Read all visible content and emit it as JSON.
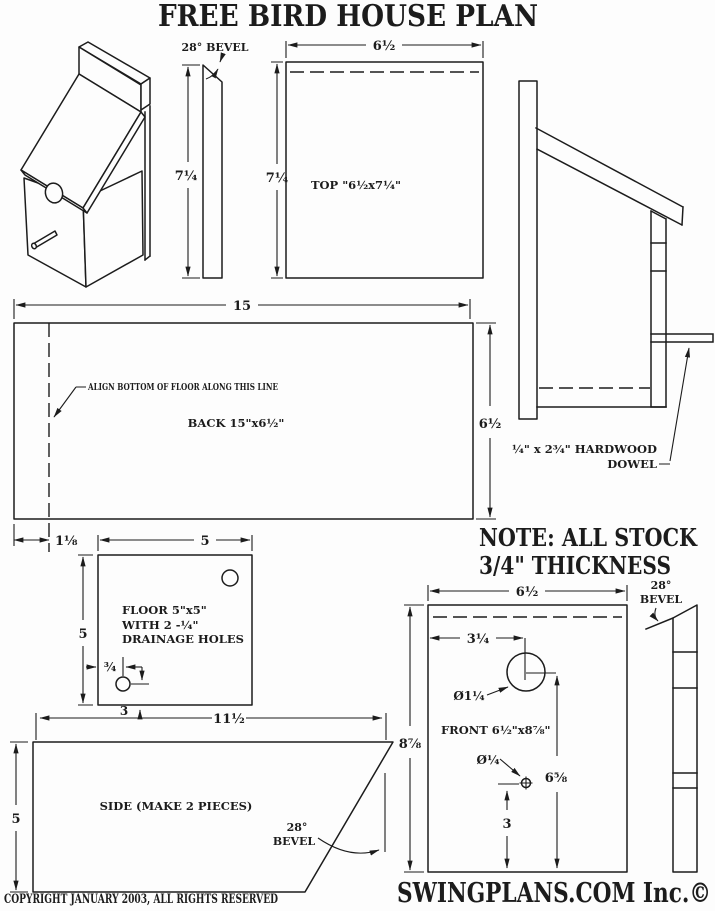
{
  "colors": {
    "ink": "#1c1c1c",
    "paper": "#fdfdfd"
  },
  "title": "FREE BIRD HOUSE PLAN",
  "note": {
    "line1": "NOTE: ALL STOCK",
    "line2": "3/4\" THICKNESS"
  },
  "footer": {
    "copyright": "COPYRIGHT JANUARY 2003, ALL RIGHTS RESERVED",
    "brand": "SWINGPLANS.COM Inc.©"
  },
  "roof_edge": {
    "bevel_label": "28° BEVEL",
    "height": "7¼"
  },
  "top_piece": {
    "width": "6½",
    "height": "7¼",
    "label": "TOP \"6½x7¼\""
  },
  "profile": {
    "dowel_line1": "¼\" x 2¾\" HARDWOOD",
    "dowel_line2": "DOWEL"
  },
  "back_piece": {
    "width": "15",
    "height": "6½",
    "label": "BACK 15\"x6½\"",
    "align_note": "ALIGN BOTTOM OF FLOOR ALONG THIS LINE",
    "inset": "1⅛"
  },
  "floor_piece": {
    "width": "5",
    "height": "5",
    "label1": "FLOOR 5\"x5\"",
    "label2": "WITH 2 -¼\"",
    "label3": "DRAINAGE HOLES",
    "hole_offset": "¾",
    "hole_pos": "3"
  },
  "side_piece": {
    "top_width": "11½",
    "height": "5",
    "label": "SIDE (MAKE 2 PIECES)",
    "bevel_deg": "28°",
    "bevel_word": "BEVEL"
  },
  "front_piece": {
    "width": "6½",
    "height": "8⅞",
    "label": "FRONT 6½\"x8⅞\"",
    "hole_from_left": "3¼",
    "hole_dia": "Ø1¼",
    "perch_dia": "Ø¼",
    "hole_to_bottom": "6⅝",
    "perch_to_bottom": "3",
    "bevel_deg": "28°",
    "bevel_word": "BEVEL"
  }
}
